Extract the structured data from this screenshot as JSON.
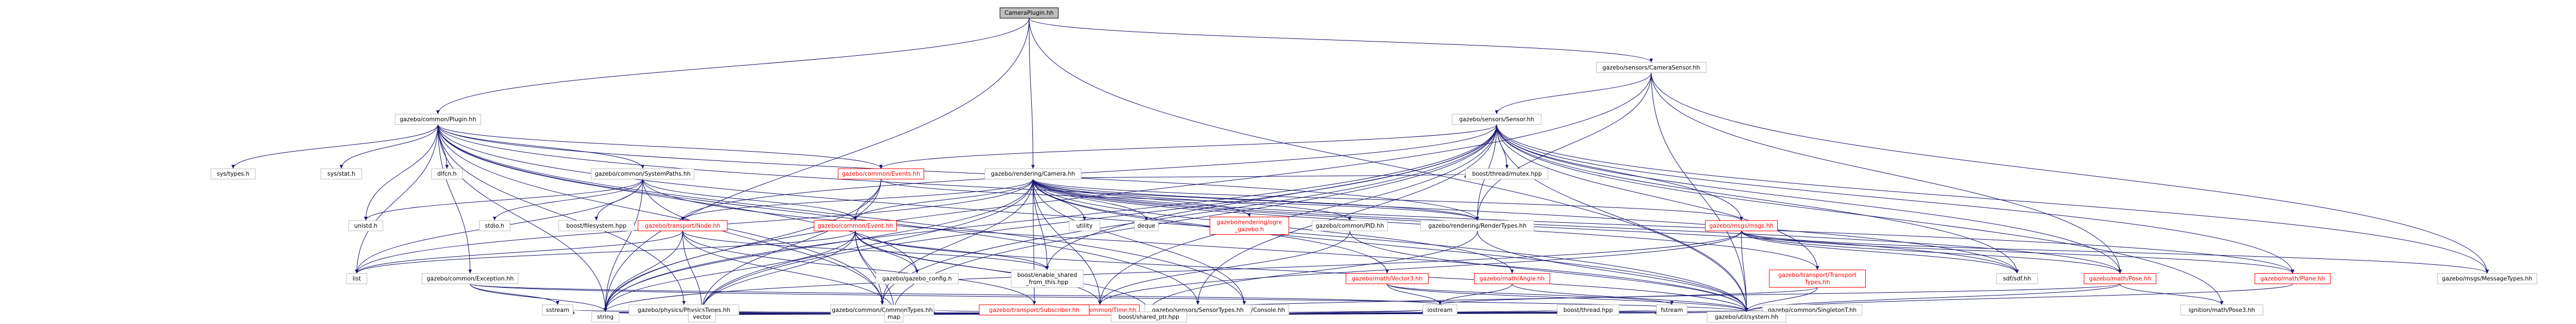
{
  "diagram": {
    "colors": {
      "edge": "#191970",
      "node_border": "#bfbfbf",
      "root_fill": "#bfbfbf",
      "root_border": "#000000",
      "text": "#000000",
      "text_highlight": "#ff0000",
      "highlight_border": "#ff0000"
    },
    "nodes": [
      {
        "id": "root",
        "label": "CameraPlugin.hh",
        "root": true
      },
      {
        "id": "camsensor",
        "label": "gazebo/sensors/CameraSensor.hh"
      },
      {
        "id": "plugin",
        "label": "gazebo/common/Plugin.hh"
      },
      {
        "id": "sensor",
        "label": "gazebo/sensors/Sensor.hh"
      },
      {
        "id": "camera",
        "label": "gazebo/rendering/Camera.hh"
      },
      {
        "id": "events",
        "label": "gazebo/common/Events.hh",
        "red": true
      },
      {
        "id": "systempaths",
        "label": "gazebo/common/SystemPaths.hh"
      },
      {
        "id": "boostmutex",
        "label": "boost/thread/mutex.hpp"
      },
      {
        "id": "systypes",
        "label": "sys/types.h"
      },
      {
        "id": "sysstat",
        "label": "sys/stat.h"
      },
      {
        "id": "dlfcn",
        "label": "dlfcn.h"
      },
      {
        "id": "unistd",
        "label": "unistd.h"
      },
      {
        "id": "stdio",
        "label": "stdio.h"
      },
      {
        "id": "boostfs",
        "label": "boost/filesystem.hpp"
      },
      {
        "id": "transportnode",
        "label": "gazebo/transport/Node.hh",
        "red": true
      },
      {
        "id": "event",
        "label": "gazebo/common/Event.hh",
        "red": true
      },
      {
        "id": "utility",
        "label": "utility"
      },
      {
        "id": "deque",
        "label": "deque"
      },
      {
        "id": "ogre",
        "label": "gazebo/rendering/ogre\n_gazebo.h",
        "red": true
      },
      {
        "id": "pid",
        "label": "gazebo/common/PID.hh"
      },
      {
        "id": "rendertypes",
        "label": "gazebo/rendering/RenderTypes.hh"
      },
      {
        "id": "msgs",
        "label": "gazebo/msgs/msgs.hh",
        "red": true
      },
      {
        "id": "list",
        "label": "list"
      },
      {
        "id": "exception",
        "label": "gazebo/common/Exception.hh"
      },
      {
        "id": "gazeboconfig",
        "label": "gazebo/gazebo_config.h"
      },
      {
        "id": "enableshared",
        "label": "boost/enable_shared\n_from_this.hpp"
      },
      {
        "id": "time",
        "label": "gazebo/common/Time.hh",
        "red": true
      },
      {
        "id": "console",
        "label": "gazebo/common/Console.hh"
      },
      {
        "id": "vector3",
        "label": "gazebo/math/Vector3.hh",
        "red": true
      },
      {
        "id": "angle",
        "label": "gazebo/math/Angle.hh",
        "red": true
      },
      {
        "id": "transporttypes",
        "label": "gazebo/transport/Transport\nTypes.hh",
        "red": true
      },
      {
        "id": "sdf",
        "label": "sdf/sdf.hh"
      },
      {
        "id": "pose",
        "label": "gazebo/math/Pose.hh",
        "red": true
      },
      {
        "id": "plane",
        "label": "gazebo/math/Plane.hh",
        "red": true
      },
      {
        "id": "msgtypes",
        "label": "gazebo/msgs/MessageTypes.hh"
      },
      {
        "id": "sstream",
        "label": "sstream"
      },
      {
        "id": "physicstypes",
        "label": "gazebo/physics/PhysicsTypes.hh"
      },
      {
        "id": "commontypes",
        "label": "gazebo/common/CommonTypes.hh"
      },
      {
        "id": "subscriber",
        "label": "gazebo/transport/Subscriber.hh",
        "red": true
      },
      {
        "id": "sensortypes",
        "label": "gazebo/sensors/SensorTypes.hh"
      },
      {
        "id": "iostream",
        "label": "iostream"
      },
      {
        "id": "boostthread",
        "label": "boost/thread.hpp"
      },
      {
        "id": "fstream",
        "label": "fstream"
      },
      {
        "id": "singleton",
        "label": "gazebo/common/SingletonT.hh"
      },
      {
        "id": "pose3",
        "label": "ignition/math/Pose3.hh"
      },
      {
        "id": "string",
        "label": "string"
      },
      {
        "id": "vector",
        "label": "vector"
      },
      {
        "id": "map",
        "label": "map"
      },
      {
        "id": "sharedptr",
        "label": "boost/shared_ptr.hpp"
      },
      {
        "id": "system",
        "label": "gazebo/util/system.hh"
      }
    ],
    "edges": [
      [
        "root",
        "camsensor"
      ],
      [
        "root",
        "plugin"
      ],
      [
        "root",
        "camera"
      ],
      [
        "root",
        "string"
      ],
      [
        "root",
        "system"
      ],
      [
        "camsensor",
        "sensor"
      ],
      [
        "camsensor",
        "rendertypes"
      ],
      [
        "camsensor",
        "msgtypes"
      ],
      [
        "camsensor",
        "string"
      ],
      [
        "camsensor",
        "pose"
      ],
      [
        "camsensor",
        "system"
      ],
      [
        "plugin",
        "systypes"
      ],
      [
        "plugin",
        "sysstat"
      ],
      [
        "plugin",
        "dlfcn"
      ],
      [
        "plugin",
        "unistd"
      ],
      [
        "plugin",
        "list"
      ],
      [
        "plugin",
        "string"
      ],
      [
        "plugin",
        "systempaths"
      ],
      [
        "plugin",
        "exception"
      ],
      [
        "plugin",
        "console"
      ],
      [
        "plugin",
        "gazeboconfig"
      ],
      [
        "plugin",
        "physicstypes"
      ],
      [
        "plugin",
        "sensortypes"
      ],
      [
        "plugin",
        "rendertypes"
      ],
      [
        "plugin",
        "sdf"
      ],
      [
        "plugin",
        "system"
      ],
      [
        "plugin",
        "events"
      ],
      [
        "plugin",
        "commontypes"
      ],
      [
        "sensor",
        "boostmutex"
      ],
      [
        "sensor",
        "events"
      ],
      [
        "sensor",
        "msgs"
      ],
      [
        "sensor",
        "msgtypes"
      ],
      [
        "sensor",
        "pose"
      ],
      [
        "sensor",
        "sdf"
      ],
      [
        "sensor",
        "string"
      ],
      [
        "sensor",
        "vector"
      ],
      [
        "sensor",
        "map"
      ],
      [
        "sensor",
        "time"
      ],
      [
        "sensor",
        "rendertypes"
      ],
      [
        "sensor",
        "transporttypes"
      ],
      [
        "sensor",
        "plane"
      ],
      [
        "sensor",
        "pose3"
      ],
      [
        "sensor",
        "sensortypes"
      ],
      [
        "sensor",
        "system"
      ],
      [
        "sensor",
        "enableshared"
      ],
      [
        "sensor",
        "transportnode"
      ],
      [
        "sensor",
        "commontypes"
      ],
      [
        "camera",
        "boostmutex"
      ],
      [
        "camera",
        "utility"
      ],
      [
        "camera",
        "deque"
      ],
      [
        "camera",
        "ogre"
      ],
      [
        "camera",
        "pid"
      ],
      [
        "camera",
        "rendertypes"
      ],
      [
        "camera",
        "msgs"
      ],
      [
        "camera",
        "event"
      ],
      [
        "camera",
        "list"
      ],
      [
        "camera",
        "enableshared"
      ],
      [
        "camera",
        "time"
      ],
      [
        "camera",
        "console"
      ],
      [
        "camera",
        "vector3"
      ],
      [
        "camera",
        "angle"
      ],
      [
        "camera",
        "transporttypes"
      ],
      [
        "camera",
        "sdf"
      ],
      [
        "camera",
        "pose"
      ],
      [
        "camera",
        "plane"
      ],
      [
        "camera",
        "string"
      ],
      [
        "camera",
        "vector"
      ],
      [
        "camera",
        "commontypes"
      ],
      [
        "camera",
        "transportnode"
      ],
      [
        "camera",
        "subscriber"
      ],
      [
        "camera",
        "system"
      ],
      [
        "events",
        "event"
      ],
      [
        "events",
        "string"
      ],
      [
        "events",
        "vector"
      ],
      [
        "events",
        "rendertypes"
      ],
      [
        "systempaths",
        "stdio"
      ],
      [
        "systempaths",
        "boostfs"
      ],
      [
        "systempaths",
        "list"
      ],
      [
        "systempaths",
        "string"
      ],
      [
        "systempaths",
        "unistd"
      ],
      [
        "systempaths",
        "event"
      ],
      [
        "systempaths",
        "system"
      ],
      [
        "systempaths",
        "commontypes"
      ],
      [
        "transportnode",
        "list"
      ],
      [
        "transportnode",
        "enableshared"
      ],
      [
        "transportnode",
        "string"
      ],
      [
        "transportnode",
        "map"
      ],
      [
        "transportnode",
        "subscriber"
      ],
      [
        "transportnode",
        "vector"
      ],
      [
        "event",
        "list"
      ],
      [
        "event",
        "gazeboconfig"
      ],
      [
        "event",
        "enableshared"
      ],
      [
        "event",
        "map"
      ],
      [
        "event",
        "string"
      ],
      [
        "event",
        "vector"
      ],
      [
        "event",
        "commontypes"
      ],
      [
        "event",
        "sharedptr"
      ],
      [
        "event",
        "system"
      ],
      [
        "event",
        "time"
      ],
      [
        "pid",
        "time"
      ],
      [
        "pid",
        "system"
      ],
      [
        "rendertypes",
        "sharedptr"
      ],
      [
        "rendertypes",
        "system"
      ],
      [
        "msgs",
        "sdf"
      ],
      [
        "msgs",
        "msgtypes"
      ],
      [
        "msgs",
        "pose"
      ],
      [
        "msgs",
        "plane"
      ],
      [
        "msgs",
        "string"
      ],
      [
        "msgs",
        "time"
      ],
      [
        "msgs",
        "system"
      ],
      [
        "exception",
        "iostream"
      ],
      [
        "exception",
        "sstream"
      ],
      [
        "exception",
        "string"
      ],
      [
        "exception",
        "system"
      ],
      [
        "time",
        "string"
      ],
      [
        "time",
        "iostream"
      ],
      [
        "time",
        "system"
      ],
      [
        "console",
        "iostream"
      ],
      [
        "console",
        "fstream"
      ],
      [
        "console",
        "sstream"
      ],
      [
        "console",
        "string"
      ],
      [
        "console",
        "boostthread"
      ],
      [
        "console",
        "singleton"
      ],
      [
        "console",
        "commontypes"
      ],
      [
        "console",
        "system"
      ],
      [
        "vector3",
        "iostream"
      ],
      [
        "vector3",
        "fstream"
      ],
      [
        "vector3",
        "system"
      ],
      [
        "angle",
        "iostream"
      ],
      [
        "angle",
        "system"
      ],
      [
        "transporttypes",
        "sharedptr"
      ],
      [
        "transporttypes",
        "system"
      ],
      [
        "pose",
        "iostream"
      ],
      [
        "pose",
        "pose3"
      ],
      [
        "pose",
        "system"
      ],
      [
        "plane",
        "system"
      ],
      [
        "physicstypes",
        "vector"
      ],
      [
        "physicstypes",
        "map"
      ],
      [
        "physicstypes",
        "string"
      ],
      [
        "physicstypes",
        "sharedptr"
      ],
      [
        "physicstypes",
        "system"
      ],
      [
        "commontypes",
        "vector"
      ],
      [
        "commontypes",
        "map"
      ],
      [
        "commontypes",
        "string"
      ],
      [
        "commontypes",
        "sharedptr"
      ],
      [
        "commontypes",
        "system"
      ],
      [
        "subscriber",
        "sharedptr"
      ],
      [
        "subscriber",
        "string"
      ],
      [
        "subscriber",
        "system"
      ],
      [
        "sensortypes",
        "vector"
      ],
      [
        "sensortypes",
        "sharedptr"
      ],
      [
        "sensortypes",
        "system"
      ],
      [
        "singleton",
        "system"
      ]
    ]
  }
}
